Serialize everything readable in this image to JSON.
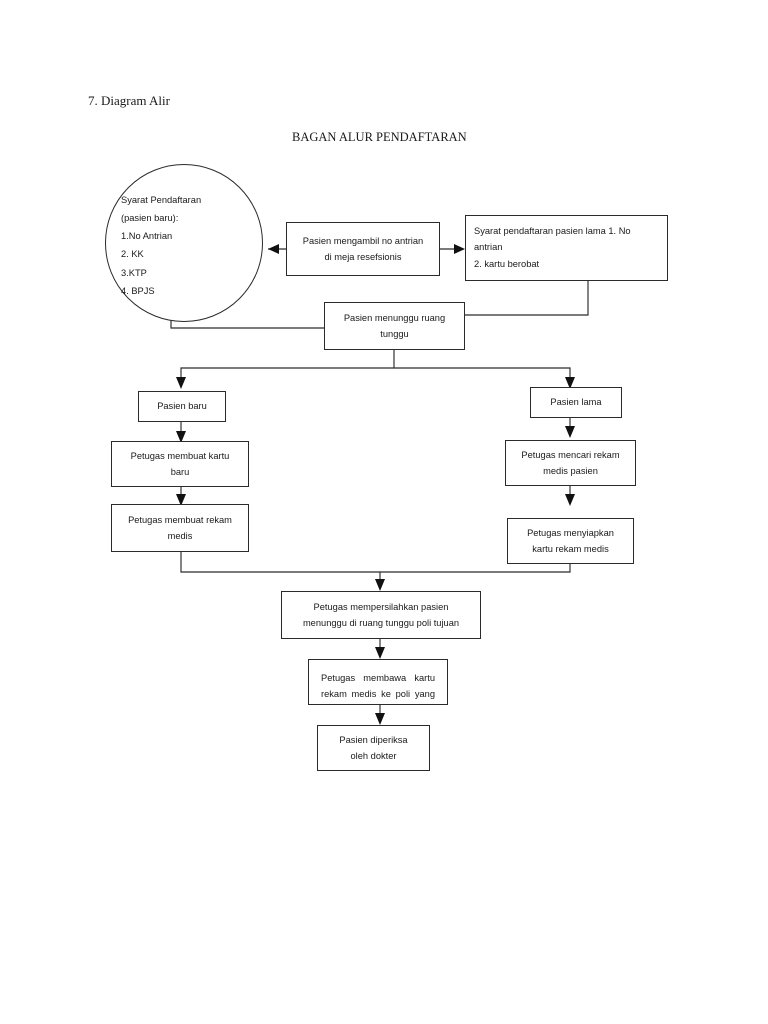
{
  "document": {
    "section_heading": "7. Diagram Alir",
    "chart_title": "BAGAN ALUR PENDAFTARAN"
  },
  "chart_data": {
    "type": "diagram",
    "title": "BAGAN ALUR PENDAFTARAN",
    "orientation": "top-to-bottom",
    "nodes": [
      {
        "id": "syarat-baru",
        "shape": "circle",
        "text": "Syarat Pendaftaran\n(pasien baru):\n1.No Antrian\n2. KK\n3.KTP\n4. BPJS"
      },
      {
        "id": "ambil-antrian",
        "shape": "rect",
        "text": "Pasien mengambil no antrian di meja resefsionis"
      },
      {
        "id": "syarat-lama",
        "shape": "rect",
        "text": "Syarat  pendaftaran pasien lama 1. No antrian\n2. kartu berobat"
      },
      {
        "id": "menunggu",
        "shape": "rect",
        "text": "Pasien menunggu ruang tunggu"
      },
      {
        "id": "pasien-baru",
        "shape": "rect",
        "text": "Pasien baru"
      },
      {
        "id": "pasien-lama",
        "shape": "rect",
        "text": "Pasien lama"
      },
      {
        "id": "buat-kartu",
        "shape": "rect",
        "text": "Petugas membuat kartu baru"
      },
      {
        "id": "cari-rekam",
        "shape": "rect",
        "text": "Petugas mencari rekam medis pasien"
      },
      {
        "id": "buat-rekam",
        "shape": "rect",
        "text": "Petugas membuat rekam medis"
      },
      {
        "id": "siap-kartu",
        "shape": "rect",
        "text": "Petugas menyiapkan kartu rekam medis"
      },
      {
        "id": "persilahkan",
        "shape": "rect",
        "text": "Petugas mempersilahkan pasien menunggu di ruang tunggu poli tujuan"
      },
      {
        "id": "bawa-kartu",
        "shape": "rect",
        "text": "Petugas  membawa  kartu rekam medis ke poli yang"
      },
      {
        "id": "diperiksa",
        "shape": "rect",
        "text": "Pasien diperiksa oleh dokter"
      }
    ],
    "edges": [
      {
        "from": "ambil-antrian",
        "to": "syarat-baru"
      },
      {
        "from": "ambil-antrian",
        "to": "syarat-lama"
      },
      {
        "from": "syarat-baru",
        "to": "menunggu"
      },
      {
        "from": "syarat-lama",
        "to": "menunggu"
      },
      {
        "from": "menunggu",
        "to": "pasien-baru"
      },
      {
        "from": "menunggu",
        "to": "pasien-lama"
      },
      {
        "from": "pasien-baru",
        "to": "buat-kartu"
      },
      {
        "from": "buat-kartu",
        "to": "buat-rekam"
      },
      {
        "from": "pasien-lama",
        "to": "cari-rekam"
      },
      {
        "from": "cari-rekam",
        "to": "siap-kartu"
      },
      {
        "from": "buat-rekam",
        "to": "persilahkan"
      },
      {
        "from": "siap-kartu",
        "to": "persilahkan"
      },
      {
        "from": "persilahkan",
        "to": "bawa-kartu"
      },
      {
        "from": "bawa-kartu",
        "to": "diperiksa"
      }
    ],
    "colors": {
      "stroke": "#2b2b2b",
      "fill": "#ffffff",
      "text": "#1a1a1a"
    }
  },
  "nodes": {
    "syarat_baru": "Syarat Pendaftaran\n(pasien baru):\n1.No Antrian\n2. KK\n3.KTP\n4. BPJS",
    "ambil_antrian_l1": "Pasien mengambil no antrian",
    "ambil_antrian_l2": "di meja resefsionis",
    "syarat_lama_l1": "Syarat  pendaftaran pasien lama 1. No antrian",
    "syarat_lama_l2": "2. kartu berobat",
    "menunggu_l1": "Pasien menunggu ruang",
    "menunggu_l2": "tunggu",
    "pasien_baru": "Pasien baru",
    "pasien_lama": "Pasien lama",
    "buat_kartu_l1": "Petugas membuat kartu",
    "buat_kartu_l2": "baru",
    "cari_rekam_l1": "Petugas mencari rekam",
    "cari_rekam_l2": "medis pasien",
    "buat_rekam_l1": "Petugas membuat rekam",
    "buat_rekam_l2": "medis",
    "siap_kartu_l1": "Petugas menyiapkan",
    "siap_kartu_l2": "kartu rekam medis",
    "persilahkan_l1": "Petugas mempersilahkan pasien",
    "persilahkan_l2": "menunggu di ruang tunggu poli tujuan",
    "bawa_kartu_l1": "Petugas  membawa  kartu",
    "bawa_kartu_l2": "rekam medis ke poli yang",
    "diperiksa_l1": "Pasien diperiksa",
    "diperiksa_l2": "oleh dokter"
  }
}
